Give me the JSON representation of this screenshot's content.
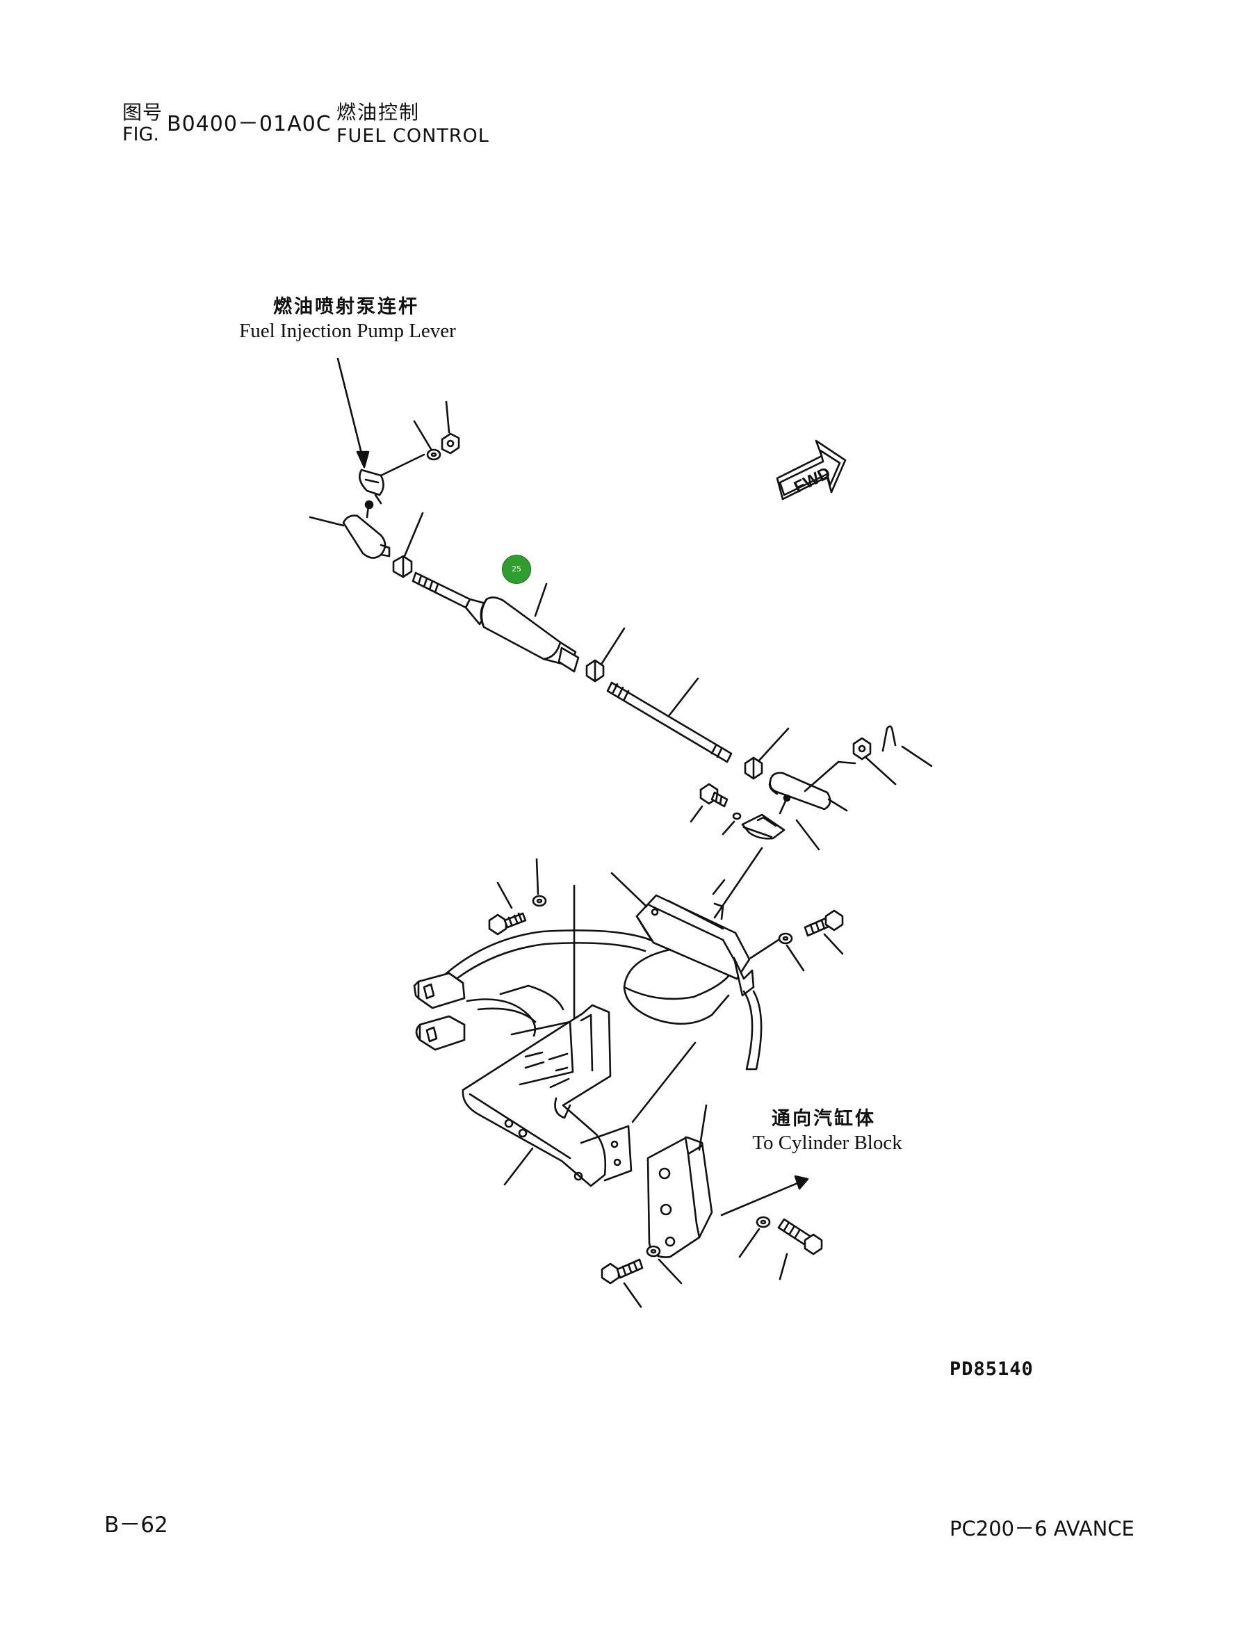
{
  "header": {
    "fig_label_cn": "图号",
    "fig_label_en": "FIG.",
    "fig_code": "B0400－01A0C",
    "title_cn": "燃油控制",
    "title_en": "FUEL CONTROL"
  },
  "labels": {
    "pump_lever_cn": "燃油喷射泵连杆",
    "pump_lever_en": "Fuel Injection Pump Lever",
    "cylinder_cn": "通向汽缸体",
    "cylinder_en": "To Cylinder Block",
    "fwd": "FWD"
  },
  "callout": {
    "number": "25",
    "color": "#2e9e2c"
  },
  "footer": {
    "drawing_code": "PD85140",
    "page": "B－62",
    "model": "PC200－6 AVANCE"
  }
}
